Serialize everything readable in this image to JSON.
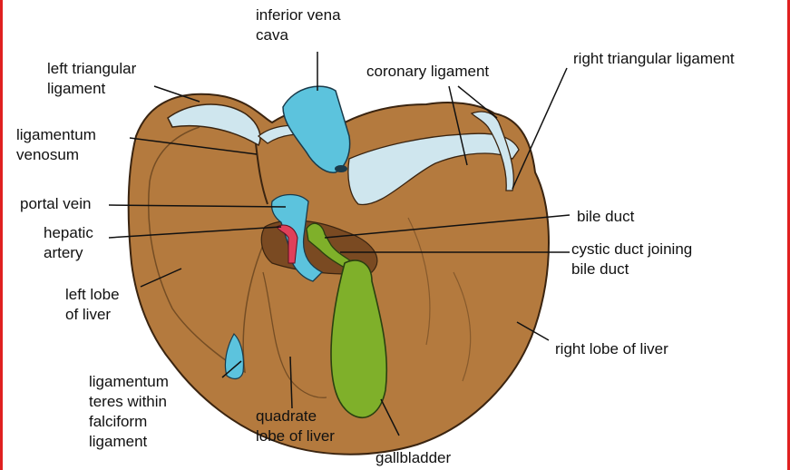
{
  "colors": {
    "frame": "#e02020",
    "liver": "#b47a3e",
    "liver_outline": "#3a2410",
    "vena_cava": "#5cc3dd",
    "portal_vein": "#5cc3dd",
    "hepatic_artery": "#e0405a",
    "bile_duct": "#7fb02a",
    "gallbladder": "#7fb02a",
    "ligament": "#cfe6ee"
  },
  "labels": {
    "inferior_vena_cava": [
      "inferior vena",
      "cava"
    ],
    "left_triangular_ligament": [
      "left triangular",
      "ligament"
    ],
    "coronary_ligament": [
      "coronary ligament"
    ],
    "right_triangular_ligament": [
      "right triangular ligament"
    ],
    "ligamentum_venosum": [
      "ligamentum",
      "venosum"
    ],
    "portal_vein": [
      "portal vein"
    ],
    "hepatic_artery": [
      "hepatic",
      "artery"
    ],
    "bile_duct": [
      "bile duct"
    ],
    "cystic_duct": [
      "cystic duct joining",
      "bile duct"
    ],
    "left_lobe": [
      "left lobe",
      "of liver"
    ],
    "right_lobe": [
      "right lobe of liver"
    ],
    "ligamentum_teres": [
      "ligamentum",
      "teres within",
      "falciform",
      "ligament"
    ],
    "quadrate_lobe": [
      "quadrate",
      "lobe of liver"
    ],
    "gallbladder": [
      "gallbladder"
    ]
  }
}
